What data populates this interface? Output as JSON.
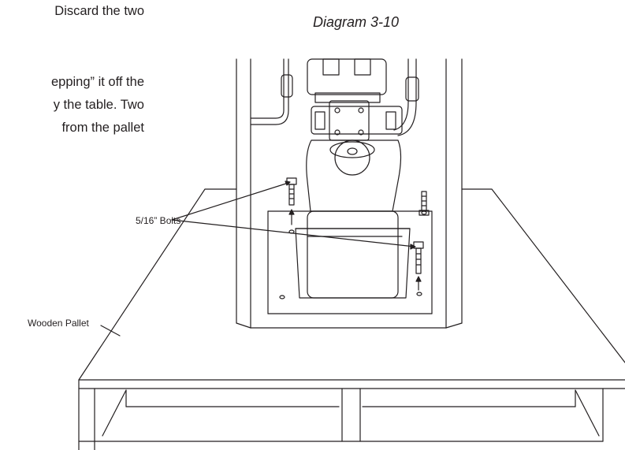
{
  "body_text": {
    "line1": "Discard the two",
    "line2": "epping” it off the",
    "line3": "y the table.  Two",
    "line4": "from the pallet"
  },
  "diagram": {
    "caption": "Diagram 3-10",
    "callouts": {
      "bolts": "5/16” Bolts",
      "pallet": "Wooden Pallet"
    }
  },
  "colors": {
    "ink": "#231f20",
    "paper": "#ffffff"
  }
}
